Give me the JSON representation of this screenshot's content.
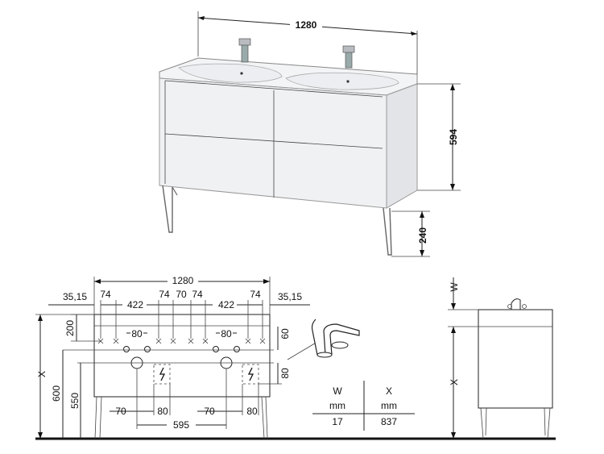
{
  "top_view": {
    "width_label": "1280",
    "height_label": "594",
    "leg_label": "240"
  },
  "front_view": {
    "width_label": "1280",
    "left_offset": "35,15",
    "right_offset": "35,15",
    "spacing_74_a": "74",
    "spacing_422_a": "422",
    "spacing_74_b": "74",
    "spacing_70": "70",
    "spacing_74_c": "74",
    "spacing_422_b": "422",
    "spacing_74_d": "74",
    "top_200": "200",
    "mid_80_a": "80",
    "mid_80_b": "80",
    "right_60": "60",
    "right_80": "80",
    "x_label": "X",
    "h600": "600",
    "h550": "550",
    "b70_a": "70",
    "b80_a": "80",
    "b70_b": "70",
    "b80_b": "80",
    "b595": "595"
  },
  "side_view": {
    "w_label": "W",
    "x_label": "X"
  },
  "table": {
    "headers": [
      "W",
      "X"
    ],
    "units": [
      "mm",
      "mm"
    ],
    "values": [
      "17",
      "837"
    ]
  }
}
